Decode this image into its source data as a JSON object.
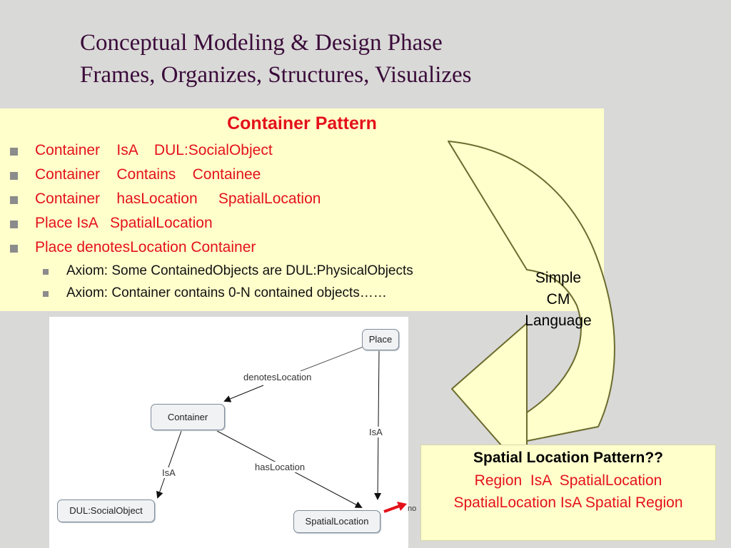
{
  "slide": {
    "title_line1": "Conceptual Modeling & Design Phase",
    "title_line2": "Frames, Organizes, Structures, Visualizes"
  },
  "container_pattern": {
    "heading": "Container Pattern",
    "bullets": [
      "Container    IsA    DUL:SocialObject",
      "Container    Contains    Containee",
      "Container    hasLocation     SpatialLocation",
      "Place IsA   SpatialLocation",
      "Place denotesLocation Container"
    ],
    "sub_bullets": [
      "Axiom: Some ContainedObjects are DUL:PhysicalObjects",
      "Axiom: Container contains 0-N contained objects……"
    ]
  },
  "curved_arrow_label": [
    "Simple",
    "CM",
    "Language"
  ],
  "cm_diagram": {
    "nodes": {
      "place": "Place",
      "container": "Container",
      "social_object": "DUL:SocialObject",
      "spatial_location": "SpatialLocation"
    },
    "edges": {
      "denotes_location": "denotesLocation",
      "isa_right": "IsA",
      "isa_left": "IsA",
      "has_location": "hasLocation"
    },
    "clipped_note": "no"
  },
  "spatial_location_pattern": {
    "heading": "Spatial Location Pattern??",
    "line1": "Region  IsA  SpatialLocation",
    "line2": "SpatialLocation IsA Spatial Region"
  },
  "colors": {
    "title": "#3a0b3a",
    "pattern_text": "#e4111a",
    "box_fill": "#ffffcc",
    "background": "#d9d9d7",
    "pointer_arrow": "#e4111a"
  }
}
